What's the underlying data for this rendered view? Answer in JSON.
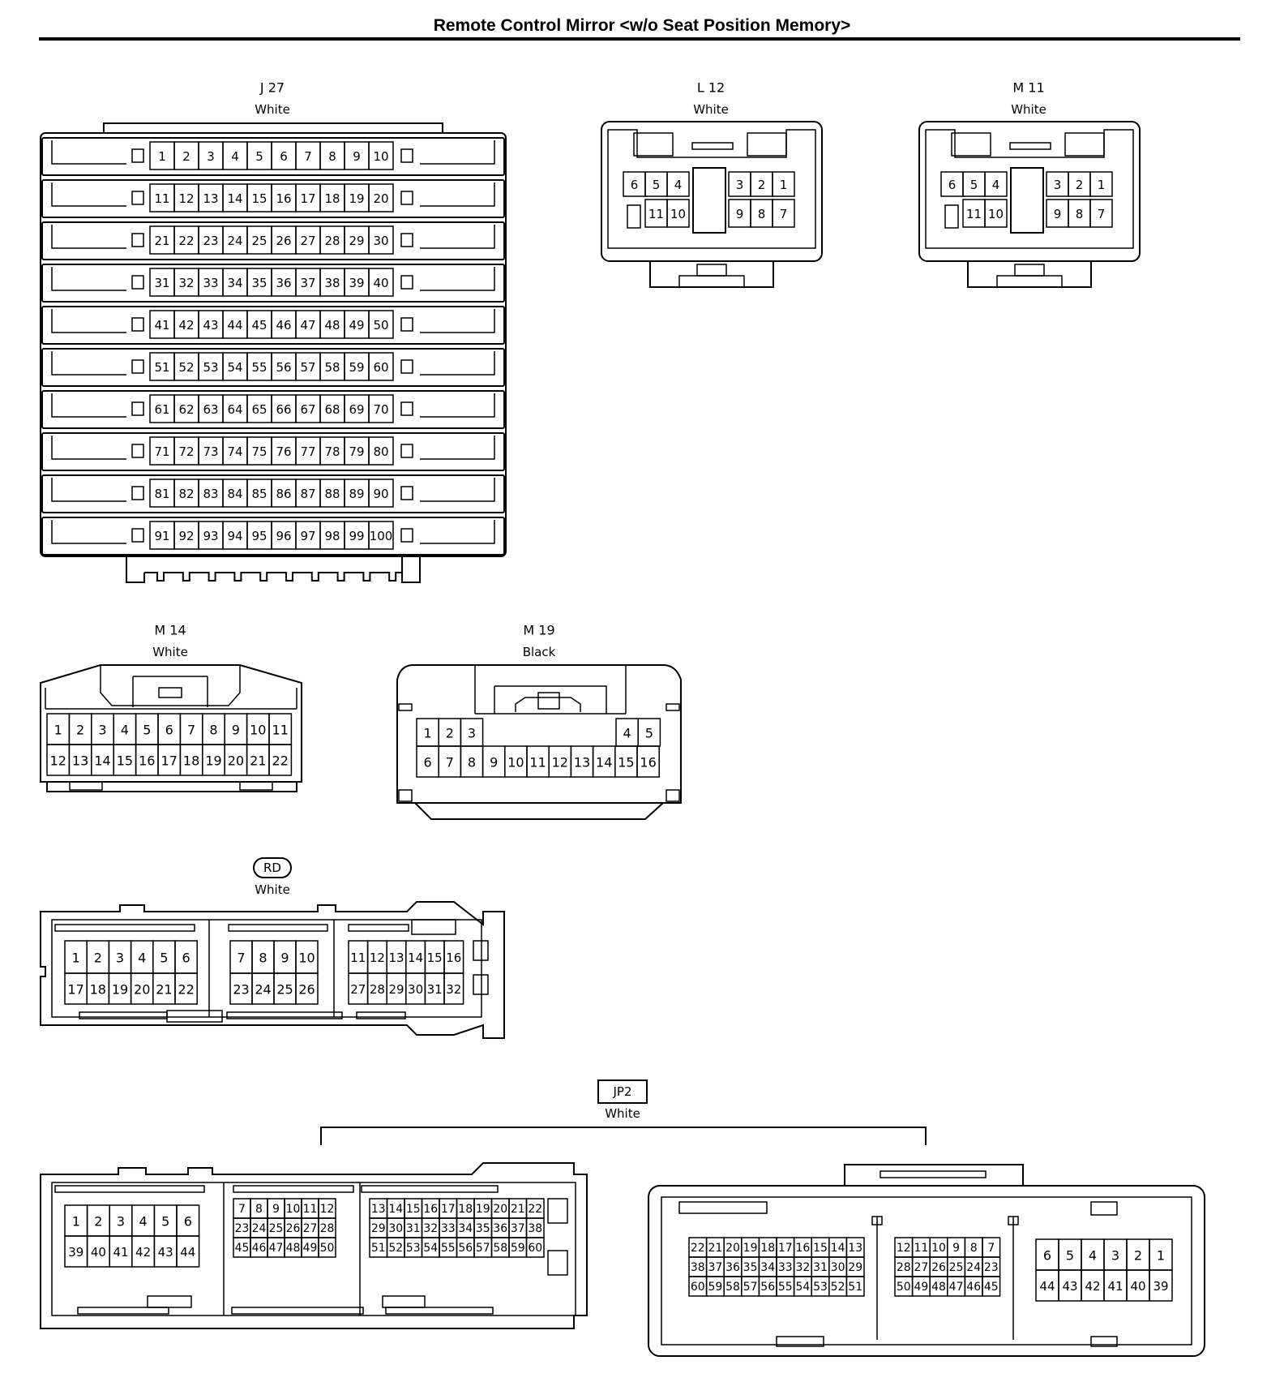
{
  "title": "Remote Control Mirror <w/o Seat Position Memory>",
  "connectors": [
    {
      "id": "J27",
      "code": "J 27",
      "color": "White",
      "pins": [
        "1",
        "2",
        "3",
        "4",
        "5",
        "6",
        "7",
        "8",
        "9",
        "10",
        "11",
        "12",
        "13",
        "14",
        "15",
        "16",
        "17",
        "18",
        "19",
        "20",
        "21",
        "22",
        "23",
        "24",
        "25",
        "26",
        "27",
        "28",
        "29",
        "30",
        "31",
        "32",
        "33",
        "34",
        "35",
        "36",
        "37",
        "38",
        "39",
        "40",
        "41",
        "42",
        "43",
        "44",
        "45",
        "46",
        "47",
        "48",
        "49",
        "50",
        "51",
        "52",
        "53",
        "54",
        "55",
        "56",
        "57",
        "58",
        "59",
        "60",
        "61",
        "62",
        "63",
        "64",
        "65",
        "66",
        "67",
        "68",
        "69",
        "70",
        "71",
        "72",
        "73",
        "74",
        "75",
        "76",
        "77",
        "78",
        "79",
        "80",
        "81",
        "82",
        "83",
        "84",
        "85",
        "86",
        "87",
        "88",
        "89",
        "90",
        "91",
        "92",
        "93",
        "94",
        "95",
        "96",
        "97",
        "98",
        "99",
        "100"
      ]
    },
    {
      "id": "L12",
      "code": "L 12",
      "color": "White",
      "pins": [
        "6",
        "5",
        "4",
        "3",
        "2",
        "1",
        "11",
        "10",
        "9",
        "8",
        "7"
      ]
    },
    {
      "id": "M11",
      "code": "M 11",
      "color": "White",
      "pins": [
        "6",
        "5",
        "4",
        "3",
        "2",
        "1",
        "11",
        "10",
        "9",
        "8",
        "7"
      ]
    },
    {
      "id": "M14",
      "code": "M 14",
      "color": "White",
      "pins": [
        "1",
        "2",
        "3",
        "4",
        "5",
        "6",
        "7",
        "8",
        "9",
        "10",
        "11",
        "12",
        "13",
        "14",
        "15",
        "16",
        "17",
        "18",
        "19",
        "20",
        "21",
        "22"
      ]
    },
    {
      "id": "M19",
      "code": "M 19",
      "color": "Black",
      "pins": [
        "1",
        "2",
        "3",
        "4",
        "5",
        "6",
        "7",
        "8",
        "9",
        "10",
        "11",
        "12",
        "13",
        "14",
        "15",
        "16"
      ]
    },
    {
      "id": "RD",
      "code": "RD",
      "color": "White",
      "pins": [
        "1",
        "2",
        "3",
        "4",
        "5",
        "6",
        "17",
        "18",
        "19",
        "20",
        "21",
        "22",
        "7",
        "8",
        "9",
        "10",
        "23",
        "24",
        "25",
        "26",
        "11",
        "12",
        "13",
        "14",
        "15",
        "16",
        "27",
        "28",
        "29",
        "30",
        "31",
        "32"
      ]
    },
    {
      "id": "JP2",
      "code": "JP2",
      "color": "White",
      "pins": [
        "1",
        "2",
        "3",
        "4",
        "5",
        "6",
        "39",
        "40",
        "41",
        "42",
        "43",
        "44",
        "7",
        "8",
        "9",
        "10",
        "11",
        "12",
        "23",
        "24",
        "25",
        "26",
        "27",
        "28",
        "45",
        "46",
        "47",
        "48",
        "49",
        "50",
        "13",
        "14",
        "15",
        "16",
        "17",
        "18",
        "19",
        "20",
        "21",
        "22",
        "29",
        "30",
        "31",
        "32",
        "33",
        "34",
        "35",
        "36",
        "37",
        "38",
        "51",
        "52",
        "53",
        "54",
        "55",
        "56",
        "57",
        "58",
        "59",
        "60",
        "22",
        "21",
        "20",
        "19",
        "18",
        "17",
        "16",
        "15",
        "14",
        "13",
        "38",
        "37",
        "36",
        "35",
        "34",
        "33",
        "32",
        "31",
        "30",
        "29",
        "60",
        "59",
        "58",
        "57",
        "56",
        "55",
        "54",
        "53",
        "52",
        "51",
        "12",
        "11",
        "10",
        "9",
        "8",
        "7",
        "28",
        "27",
        "26",
        "25",
        "24",
        "23",
        "50",
        "49",
        "48",
        "47",
        "46",
        "45",
        "6",
        "5",
        "4",
        "3",
        "2",
        "1",
        "44",
        "43",
        "42",
        "41",
        "40",
        "39"
      ]
    }
  ]
}
